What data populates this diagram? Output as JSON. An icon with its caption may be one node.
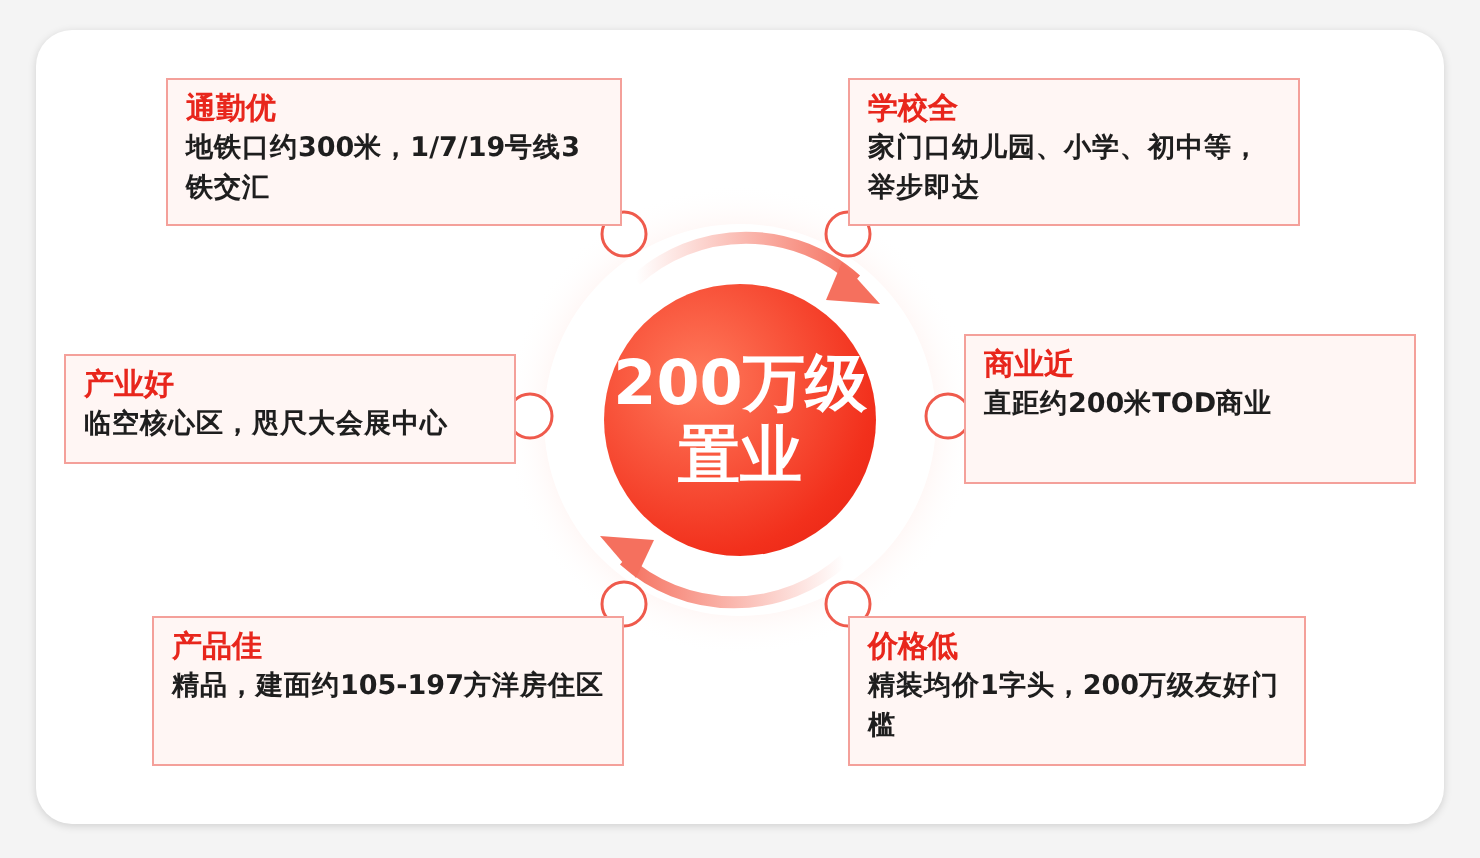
{
  "diagram": {
    "nodes": [
      {
        "text": [
          "200万级置业"
        ]
      },
      {
        "text": [
          "通勤优",
          "地铁口约300米，1/7/19号线3铁交汇"
        ]
      },
      {
        "text": [
          "学校全",
          "家门口幼儿园、小学、初中等，举步即达"
        ]
      },
      {
        "text": [
          "产业好",
          "临空核心区，咫尺大会展中心"
        ]
      },
      {
        "text": [
          "商业近",
          "直距约200米TOD商业"
        ]
      },
      {
        "text": [
          "产品佳",
          "精品，建面约105-197方洋房住区"
        ]
      },
      {
        "text": [
          "价格低",
          "精装均价1字头，200万级友好门槛"
        ]
      }
    ]
  }
}
